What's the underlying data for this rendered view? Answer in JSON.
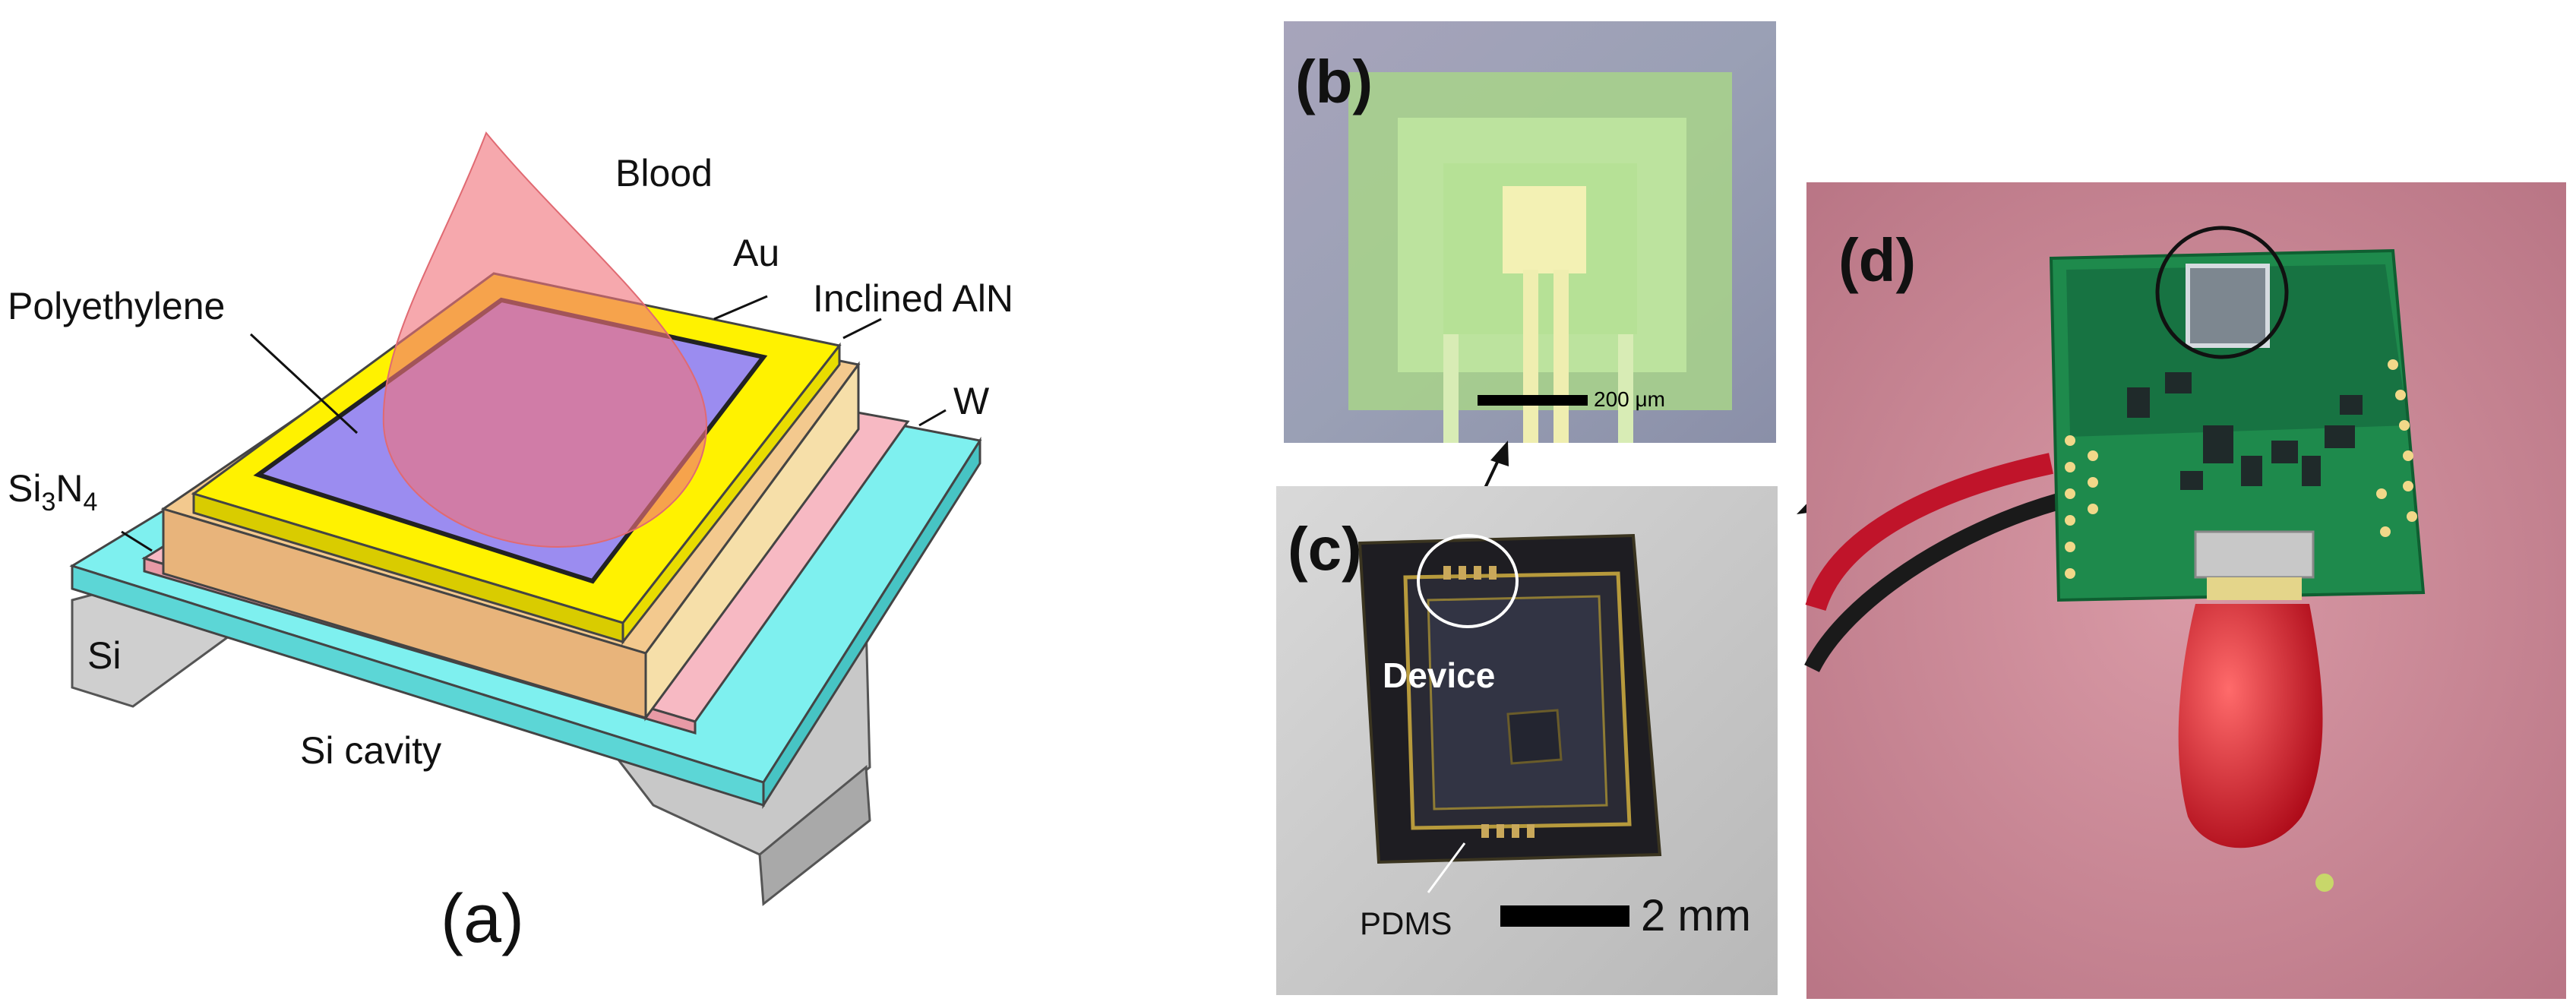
{
  "panel_a": {
    "labels": {
      "blood": "Blood",
      "au": "Au",
      "polyethylene": "Polyethylene",
      "inclined_aln": "Inclined AlN",
      "w": "W",
      "si3n4_base": "Si",
      "si3n4_sub": "3",
      "si3n4_mid": "N",
      "si3n4_sub2": "4",
      "si": "Si",
      "si_cavity": "Si cavity"
    },
    "caption": "(a)",
    "colors": {
      "si3n4": "#7ef0ef",
      "si": "#cfcfcf",
      "w": "#f7b9c3",
      "aln": "#e8b47b",
      "au": "#fff200",
      "polyethylene": "#9b8cf0",
      "blood": "#f0727a"
    }
  },
  "panel_b": {
    "label": "(b)",
    "scale_bar": "200 μm"
  },
  "panel_c": {
    "label": "(c)",
    "device": "Device",
    "pdms": "PDMS",
    "scale_bar": "2 mm"
  },
  "panel_d": {
    "label": "(d)"
  }
}
